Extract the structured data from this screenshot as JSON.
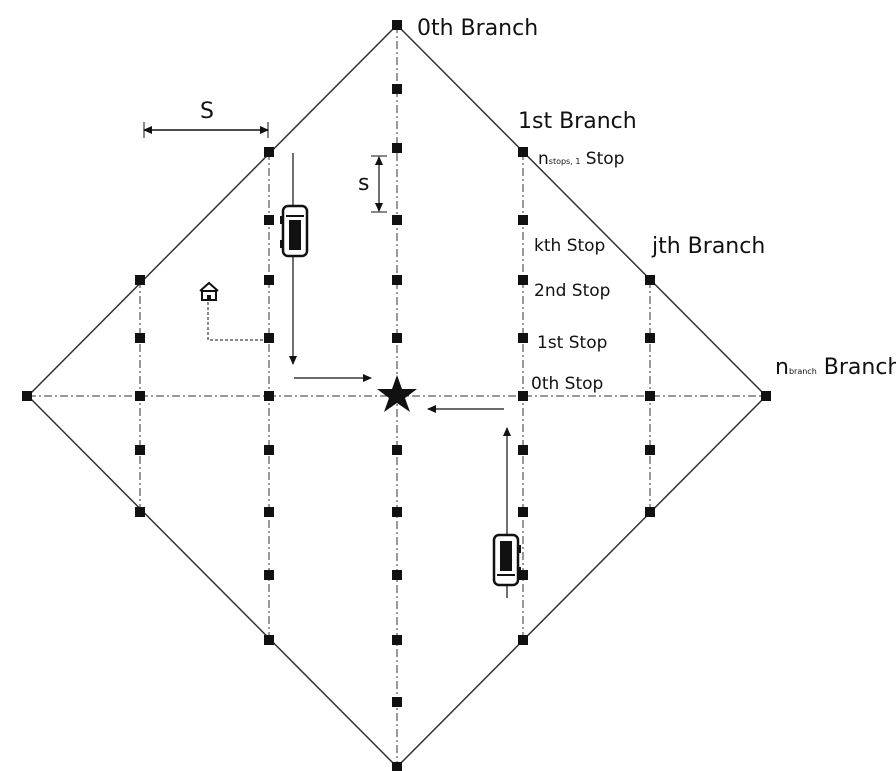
{
  "labels": {
    "branch_0": "0th Branch",
    "branch_1": "1st Branch",
    "branch_j": "jth Branch",
    "branch_n_main": "n",
    "branch_n_sub": "branch",
    "branch_n_suffix": " Branch",
    "stop_n_main": "n",
    "stop_n_sub": "stops, 1",
    "stop_n_suffix": " Stop",
    "stop_k": "kth Stop",
    "stop_2": "2nd Stop",
    "stop_1": "1st Stop",
    "stop_0": "0th Stop",
    "spacing_big": "S",
    "spacing_small": "s"
  },
  "icons": {
    "center": "star-icon",
    "home": "house-icon",
    "vehicles": [
      "bus-icon",
      "bus-icon"
    ]
  }
}
